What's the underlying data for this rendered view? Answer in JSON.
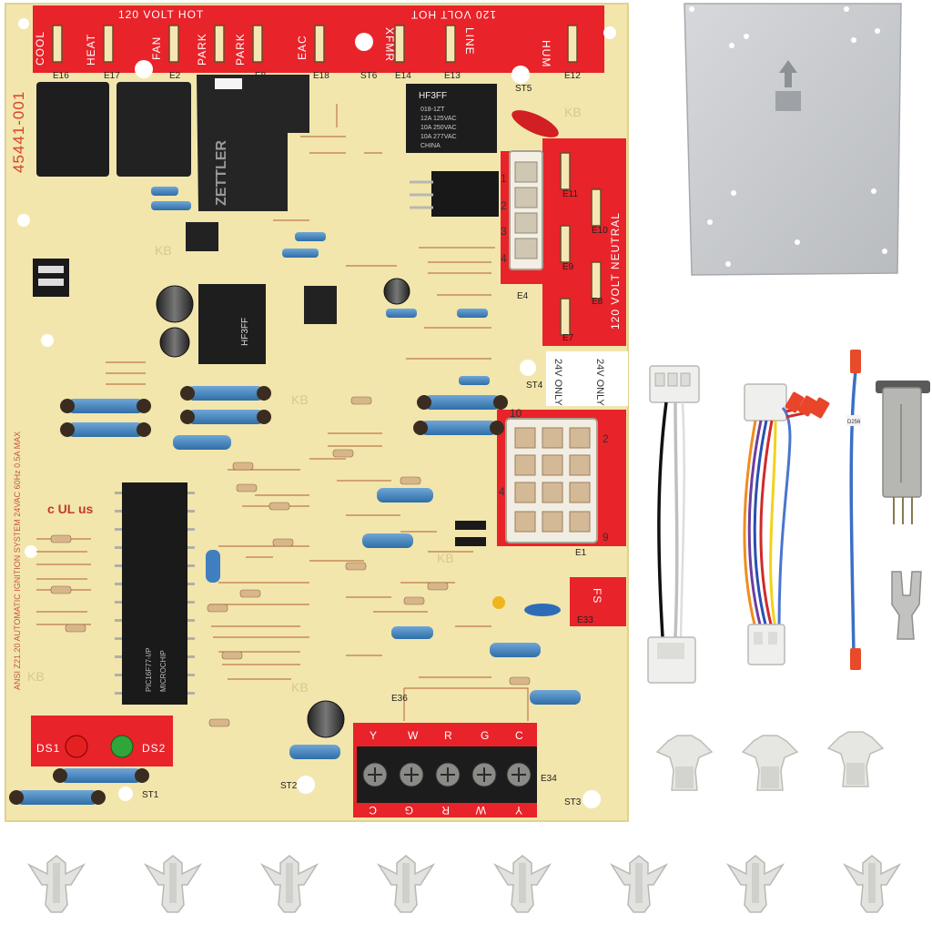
{
  "board": {
    "top_left_label": "120 VOLT HOT",
    "top_right_label": "120 VOLT HOT",
    "terminals": [
      "COOL",
      "HEAT",
      "FAN",
      "PARK",
      "PARK",
      "EAC",
      "XFMR",
      "LINE",
      "HUM"
    ],
    "terminal_ids": [
      "E16",
      "E17",
      "E2",
      "E8",
      "E18",
      "ST6",
      "E14",
      "E13",
      "ST5",
      "E12"
    ],
    "neutral_label": "120 VOLT NEUTRAL",
    "part_number": "45441-001",
    "relay_top_brand": "HF3FF",
    "relay_top_lines": [
      "018-1ZT",
      "12A 125VAC",
      "10A 250VAC",
      "10A 277VAC",
      "CHINA"
    ],
    "relay_zettler": "ZETTLER",
    "relay_mid_brand": "HF3FF",
    "vac_label": "24V ONLY",
    "vac_label_mirror": "24V ONLY",
    "side_text": "ANSI Z21.20 AUTOMATIC IGNITION SYSTEM 24VAC 60Hz 0.5A MAX",
    "chip_brand": "MICROCHIP",
    "chip_part": "PIC16F77-I/P",
    "ul_mark": "c UL us",
    "ds1": "DS1",
    "ds2": "DS2",
    "fs_label": "FS",
    "terminal_block_top": [
      "Y",
      "W",
      "R",
      "G",
      "C"
    ],
    "terminal_block_bottom": [
      "C",
      "G",
      "R",
      "W",
      "Y"
    ],
    "connector_numbers_top": [
      "1",
      "2",
      "3",
      "4"
    ],
    "connector_numbers_mid": [
      "10",
      "2",
      "4",
      "9"
    ],
    "kb_marks": [
      "KB",
      "KB",
      "KB",
      "KB",
      "KB",
      "KB"
    ],
    "e_labels": [
      "E11",
      "E10",
      "E9",
      "E8",
      "E7",
      "E4",
      "E1",
      "E33",
      "E34",
      "E36",
      "ST4",
      "ST1",
      "ST2",
      "ST3"
    ]
  },
  "colors": {
    "pcb": "#f2e6ac",
    "silkscreen_red": "#e8232a",
    "relay_black": "#1f1f1f",
    "plate_gray": "#c9cbce",
    "clip_white": "#e4e4e0"
  },
  "accessories": {
    "plate_arrow": "arrow-up-icon",
    "sensor_label": "D256"
  }
}
